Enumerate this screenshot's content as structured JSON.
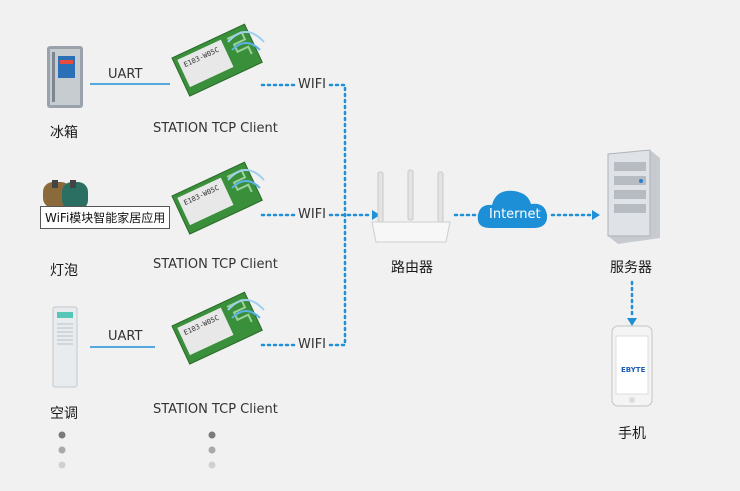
{
  "devices": [
    {
      "label": "冰箱",
      "protocol": "UART",
      "module_label": "STATION TCP Client",
      "link": "WIFI"
    },
    {
      "label": "灯泡",
      "note": "WiFi模块智能家居应用",
      "module_label": "STATION TCP Client",
      "link": "WIFI"
    },
    {
      "label": "空调",
      "protocol": "UART",
      "module_label": "STATION TCP Client",
      "link": "WIFI"
    }
  ],
  "router": {
    "label": "路由器"
  },
  "cloud": {
    "label": "Internet"
  },
  "server": {
    "label": "服务器"
  },
  "phone": {
    "label": "手机",
    "brand": "EBYTE"
  },
  "module_print": "E103-W05C",
  "colors": {
    "link": "#1f8fd6",
    "cloud": "#1d8fd6",
    "module": "#3a8f3a"
  }
}
